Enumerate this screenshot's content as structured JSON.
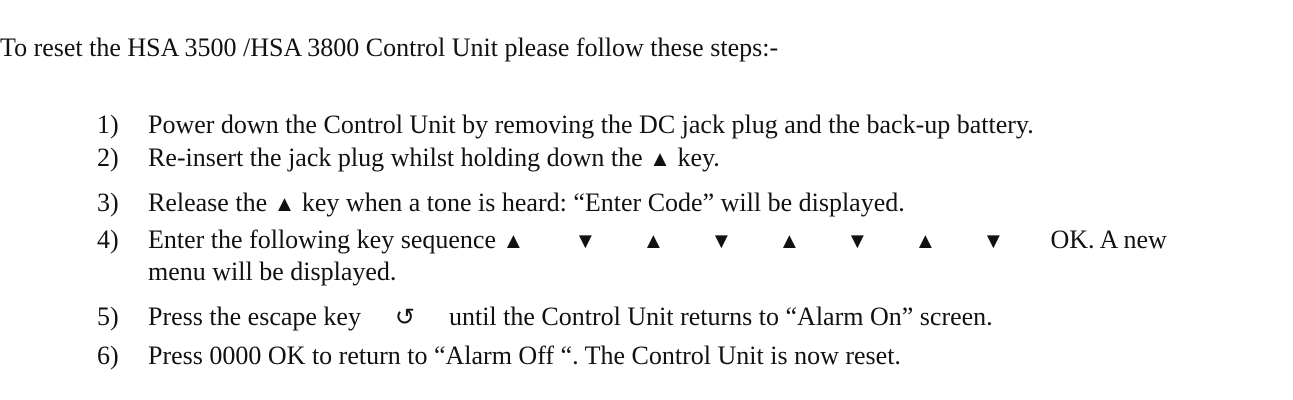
{
  "title": "To reset the HSA 3500 /HSA 3800 Control Unit please follow these steps:-",
  "symbols": {
    "up": "▲",
    "down": "▼",
    "escape": "↺"
  },
  "steps": [
    {
      "num": "1)",
      "text": "Power down the Control Unit by removing the DC jack plug and the back-up battery."
    },
    {
      "num": "2)",
      "before": "Re-insert the jack plug whilst holding down the",
      "after": "key."
    },
    {
      "num": "3)",
      "before": "Release the",
      "after": "key when a tone is heard:  “Enter Code” will be displayed."
    },
    {
      "num": "4)",
      "before": "Enter the following key sequence",
      "after": "OK. A new",
      "continuation": "menu will be displayed."
    },
    {
      "num": "5)",
      "before": "Press the escape key",
      "after": "until the Control Unit returns to “Alarm On” screen."
    },
    {
      "num": "6)",
      "text": "Press 0000 OK to return to “Alarm Off “. The Control Unit is now reset."
    }
  ]
}
